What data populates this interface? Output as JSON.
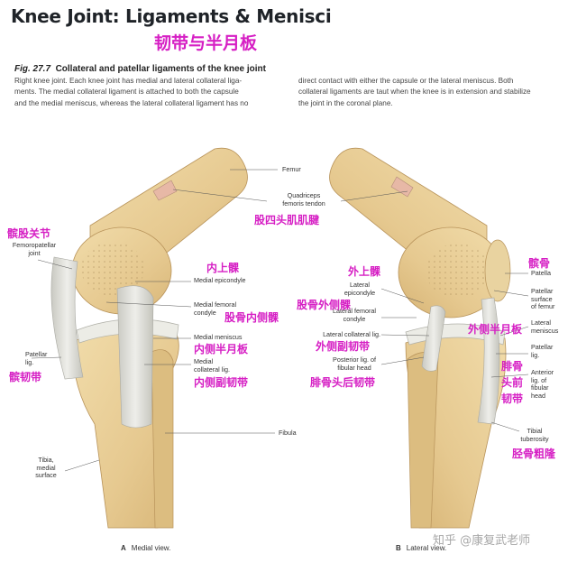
{
  "header": {
    "title": "Knee Joint: Ligaments & Menisci",
    "title_cn": "韧带与半月板"
  },
  "caption": {
    "fig_num": "Fig. 27.7",
    "fig_title": "Collateral and patellar ligaments of the knee joint",
    "left_lines": [
      "Right knee joint. Each knee joint has medial and lateral collateral liga-",
      "ments. The medial collateral ligament is attached to both the capsule",
      "and the medial meniscus, whereas the lateral collateral ligament has no"
    ],
    "right_lines": [
      "direct contact with either the capsule or the lateral meniscus. Both",
      "collateral ligaments are taut when the knee is in extension and stabilize",
      "the joint in the coronal plane."
    ]
  },
  "labels": {
    "femur": "Femur",
    "quadriceps": [
      "Quadriceps",
      "femoris tendon"
    ],
    "femoropatellar": [
      "Femoropatellar",
      "joint"
    ],
    "medial_epicondyle": "Medial epicondyle",
    "medial_femoral_condyle": [
      "Medial femoral",
      "condyle"
    ],
    "medial_meniscus": "Medial meniscus",
    "medial_collateral": [
      "Medial",
      "collateral lig."
    ],
    "patellar_lig_left": [
      "Patellar",
      "lig."
    ],
    "fibula": "Fibula",
    "tibia": [
      "Tibia,",
      "medial",
      "surface"
    ],
    "lateral_epicondyle": [
      "Lateral",
      "epicondyle"
    ],
    "lateral_femoral_condyle": [
      "Lateral femoral",
      "condyle"
    ],
    "lateral_collateral": "Lateral collateral lig.",
    "posterior_fibular": [
      "Posterior lig. of",
      "fibular head"
    ],
    "patella": "Patella",
    "patellar_surface": [
      "Patellar",
      "surface",
      "of femur"
    ],
    "lateral_meniscus": [
      "Lateral",
      "meniscus"
    ],
    "patellar_lig_right": [
      "Patellar",
      "lig."
    ],
    "anterior_fibular": [
      "Anterior",
      "lig. of",
      "fibular",
      "head"
    ],
    "tibial_tuberosity": [
      "Tibial",
      "tuberosity"
    ]
  },
  "cn_labels": {
    "femoropatellar": "髌股关节",
    "quadriceps": "股四头肌肌腱",
    "medial_epicondyle": "内上髁",
    "medial_femoral_condyle": "股骨内侧髁",
    "medial_meniscus": "内侧半月板",
    "medial_collateral": "内侧副韧带",
    "patellar_lig": "髌韧带",
    "lateral_epicondyle": "外上髁",
    "lateral_femoral_condyle": "股骨外侧髁",
    "patella": "髌骨",
    "lateral_meniscus": "外侧半月板",
    "lateral_collateral": "外侧副韧带",
    "posterior_fibular": "腓骨头后韧带",
    "anterior_fibular": [
      "腓骨",
      "头前",
      "韧带"
    ],
    "tibial_tuberosity": "胫骨粗隆"
  },
  "views": {
    "a_letter": "A",
    "a_text": "Medial view.",
    "b_letter": "B",
    "b_text": "Lateral view."
  },
  "watermark": "知乎 @康复武老师",
  "colors": {
    "bone": "#e8cf99",
    "ligament": "#dcdcd6",
    "cn_label": "#d61fc4"
  }
}
